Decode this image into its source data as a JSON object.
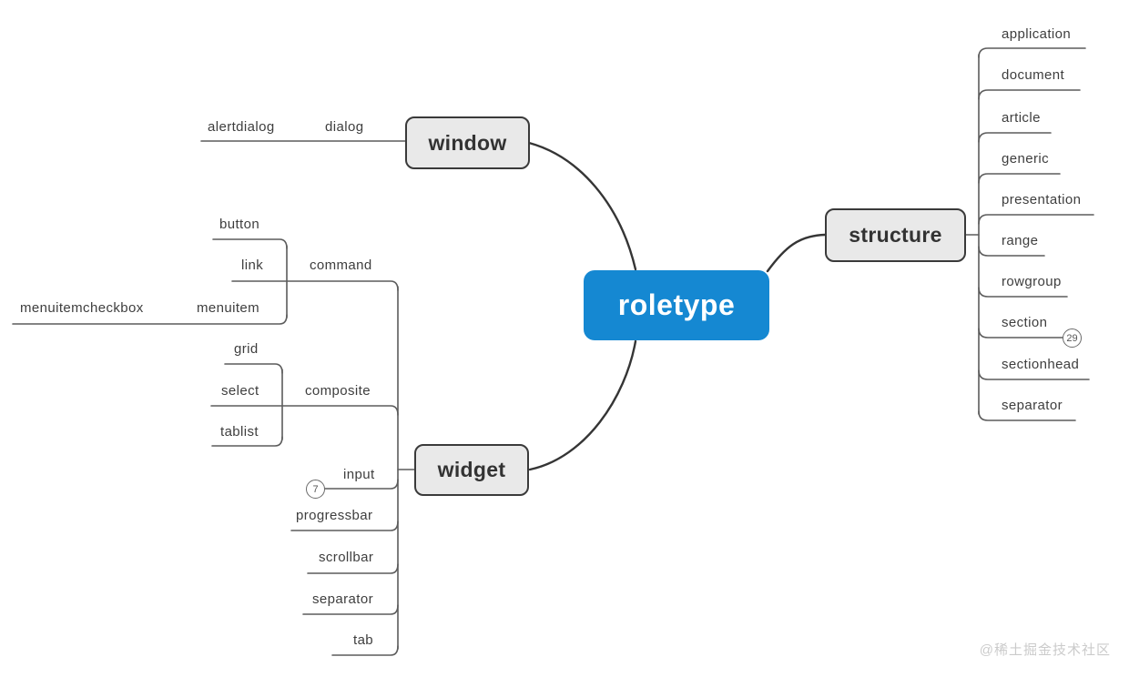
{
  "root": {
    "label": "roletype"
  },
  "branches": {
    "window": {
      "label": "window",
      "children": [
        {
          "label": "dialog",
          "children": [
            {
              "label": "alertdialog"
            }
          ]
        }
      ]
    },
    "structure": {
      "label": "structure",
      "children": [
        {
          "label": "application"
        },
        {
          "label": "document"
        },
        {
          "label": "article"
        },
        {
          "label": "generic"
        },
        {
          "label": "presentation"
        },
        {
          "label": "range"
        },
        {
          "label": "rowgroup"
        },
        {
          "label": "section",
          "badge": "29"
        },
        {
          "label": "sectionhead"
        },
        {
          "label": "separator"
        }
      ]
    },
    "widget": {
      "label": "widget",
      "children": [
        {
          "label": "command",
          "children": [
            {
              "label": "button"
            },
            {
              "label": "link"
            },
            {
              "label": "menuitem",
              "children": [
                {
                  "label": "menuitemcheckbox"
                }
              ]
            }
          ]
        },
        {
          "label": "composite",
          "children": [
            {
              "label": "grid"
            },
            {
              "label": "select"
            },
            {
              "label": "tablist"
            }
          ]
        },
        {
          "label": "input",
          "badge": "7"
        },
        {
          "label": "progressbar"
        },
        {
          "label": "scrollbar"
        },
        {
          "label": "separator"
        },
        {
          "label": "tab"
        }
      ]
    }
  },
  "colors": {
    "accent": "#1588d2",
    "node_fill": "#e9e9e9",
    "node_border": "#3a3a3a",
    "branch_line": "#5c5c5c",
    "edge_line": "#353535",
    "label_text": "#3e3e3e",
    "watermark_text": "#cbcbcb"
  },
  "watermark": "@稀土掘金技术社区"
}
